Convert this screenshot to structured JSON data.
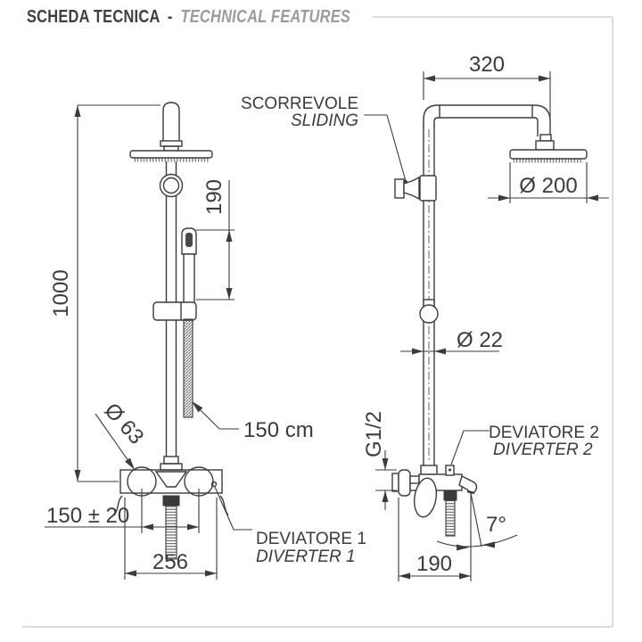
{
  "header": {
    "title_primary": "SCHEDA TECNICA",
    "separator": "-",
    "title_secondary": "TECHNICAL FEATURES"
  },
  "front_view": {
    "dim_height": "1000",
    "dim_handshower_length": "190",
    "hose_length": "150 cm",
    "dim_flange_diameter": "Ø 63",
    "dim_inlet_distance": "150 ± 20",
    "dim_body_width": "256",
    "label_diverter1_it": "DEVIATORE 1",
    "label_diverter1_en": "DIVERTER 1"
  },
  "side_view": {
    "dim_arm_width": "320",
    "dim_head_diameter": "Ø 200",
    "label_sliding_it": "SCORREVOLE",
    "label_sliding_en": "SLIDING",
    "dim_column_diameter": "Ø 22",
    "dim_thread": "G1/2",
    "label_diverter2_it": "DEVIATORE 2",
    "label_diverter2_en": "DIVERTER 2",
    "dim_spout_angle": "7°",
    "dim_body_depth": "190"
  },
  "colors": {
    "line": "#3b3b3b",
    "title_primary": "#3f3f3f",
    "title_secondary": "#9b9b9b",
    "frame": "#dcdcdc"
  }
}
